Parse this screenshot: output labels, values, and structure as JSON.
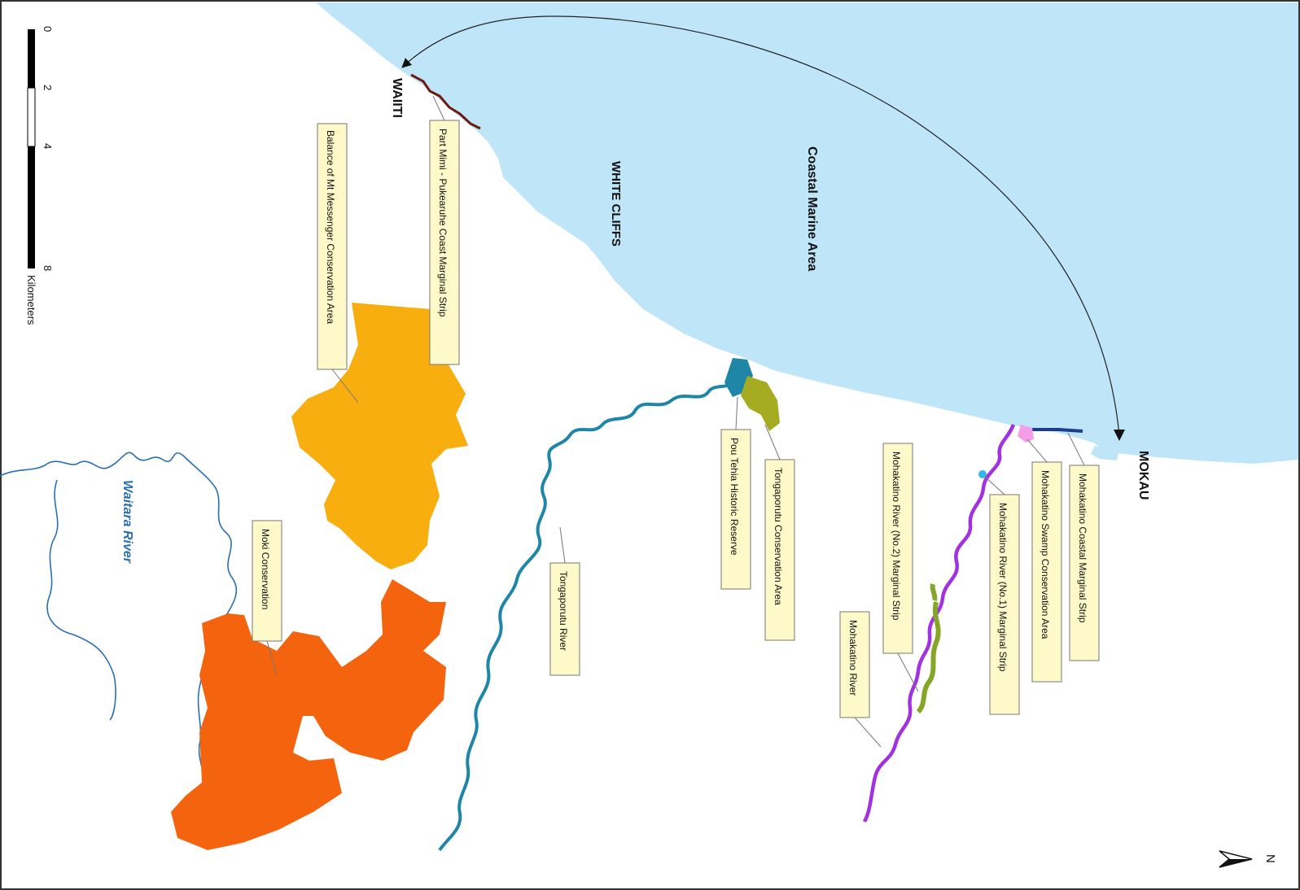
{
  "map": {
    "place_labels": {
      "waiiti": "WAIITI",
      "white_cliffs": "WHITE CLIFFS",
      "coastal_marine_area": "Coastal Marine Area",
      "mokau": "MOKAU",
      "waitara_river": "Waitara River"
    },
    "callouts": {
      "parininihi": "Part Mimi - Pukearuhe Coast Marginal Strip",
      "mt_messenger": "Balance of Mt Messenger Conservation Area",
      "moki": "Moki Conservation",
      "tongaporutu_river": "Tongaporutu River",
      "pou_tehia": "Pou Tehia Historic Reserve",
      "tongaporutu_ca": "Tongaporutu Conservation Area",
      "mohakatino_no2": "Mohakatino River (No.2) Marginal Strip",
      "mohakatino_river": "Mohakatino River",
      "mohakatino_no1": "Mohakatino River (No.1) Marginal Strip",
      "mohakatino_swamp": "Mohakatino Swamp Conservation Area",
      "mohakatino_coastal": "Mohakatino Coastal Marginal Strip"
    },
    "scale_bar": {
      "ticks": [
        "0",
        "2",
        "4",
        "8"
      ],
      "unit": "Kilometers"
    },
    "north_arrow": {
      "label": "N"
    },
    "colors": {
      "sea": "#bfe5f8",
      "mt_messenger": "#f7ae0e",
      "moki": "#f4640f",
      "tongaporutu_river": "#1f86a8",
      "tongaporutu_ca": "#a5ac21",
      "mohakatino_river": "#a232e0",
      "mohakatino_no2": "#86a62a",
      "coast_strip": "#6e1a12",
      "mohakatino_coastal": "#1a3c8a",
      "mohakatino_swamp": "#f59de8",
      "waitara_river": "#2b6fb0"
    }
  }
}
